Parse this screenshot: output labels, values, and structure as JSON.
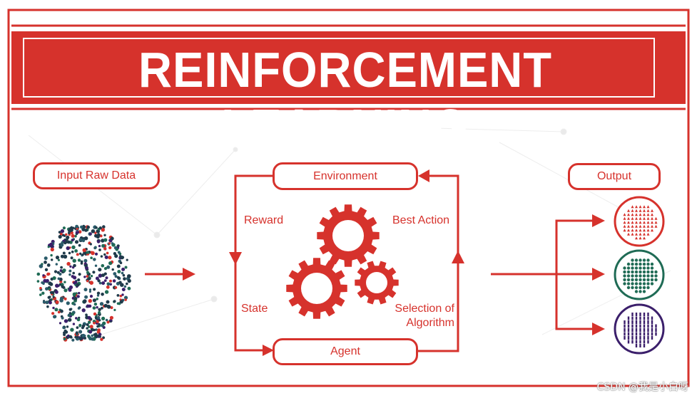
{
  "title": "REINFORCEMENT LEARNING",
  "input_label": "Input Raw Data",
  "output_label": "Output",
  "environment_label": "Environment",
  "agent_label": "Agent",
  "reward_label": "Reward",
  "state_label": "State",
  "best_action_label": "Best Action",
  "selection_label_line1": "Selection of",
  "selection_label_line2": "Algorithm",
  "watermark": "CSDN @我是小白呀",
  "colors": {
    "accent": "#d6322c",
    "output_red": "#d6322c",
    "output_green": "#1f6b55",
    "output_purple": "#3b1f6b",
    "data_dark": "#1f3a4a"
  },
  "icons": [
    "gear-icon",
    "gear-icon",
    "gear-icon",
    "scatter-data-icon",
    "red-cluster-icon",
    "green-cluster-icon",
    "purple-cluster-icon"
  ]
}
